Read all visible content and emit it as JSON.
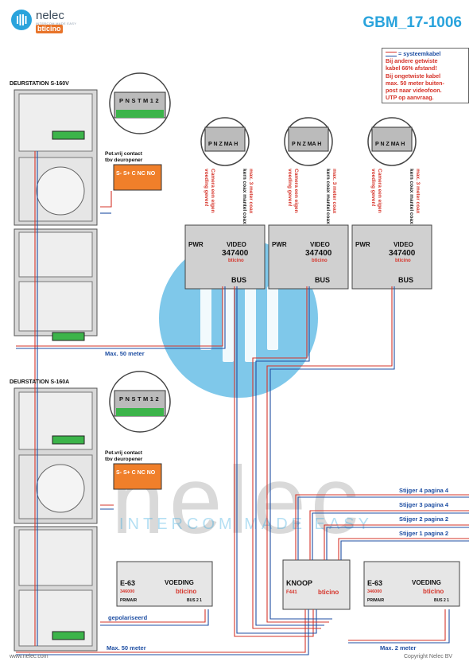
{
  "header": {
    "logo_name": "nelec",
    "logo_tagline": "INTERCOM MADE EASY",
    "logo_brand": "bticino",
    "doc_number": "GBM_17-1006"
  },
  "legend": {
    "key_label": "= systeemkabel",
    "lines": [
      "Bij andere getwiste",
      "kabel 66% afstand!",
      "Bij ongetwiste kabel",
      "max. 50 meter buiten-",
      "post naar videofoon.",
      "UTP op aanvraag."
    ]
  },
  "door_stations": [
    {
      "title": "DEURSTATION S-160V",
      "contact_label_1": "Pot.vrij contact",
      "contact_label_2": "tbv deuropener",
      "relay_terminals": "S- S+ C NC NO"
    },
    {
      "title": "DEURSTATION S-160A",
      "contact_label_1": "Pot.vrij contact",
      "contact_label_2": "tbv deuropener",
      "relay_terminals": "S- S+ C NC NO"
    }
  ],
  "zoom_terminals": [
    "P",
    "N",
    "S",
    "T",
    "M",
    "1",
    "2"
  ],
  "camera_modules": [
    {
      "model": "347400",
      "brand": "bticino",
      "pwr": "PWR",
      "video": "VIDEO",
      "bus": "BUS",
      "term": "P N Z MA H",
      "camera_note_1": "Camera een eigen",
      "camera_note_2": "voeding geven!",
      "coax_note_1": "max. 3 meter coax",
      "coax_note_2": "kern coax",
      "coax_note_3": "mantel coax"
    },
    {
      "model": "347400",
      "brand": "bticino",
      "pwr": "PWR",
      "video": "VIDEO",
      "bus": "BUS",
      "term": "P N Z MA H",
      "camera_note_1": "Camera een eigen",
      "camera_note_2": "voeding geven!",
      "coax_note_1": "max. 3 meter coax",
      "coax_note_2": "kern coax",
      "coax_note_3": "mantel coax"
    },
    {
      "model": "347400",
      "brand": "bticino",
      "pwr": "PWR",
      "video": "VIDEO",
      "bus": "BUS",
      "term": "P N Z MA H",
      "camera_note_1": "Camera een eigen",
      "camera_note_2": "voeding geven!",
      "coax_note_1": "max. 3 meter coax",
      "coax_note_2": "kern coax",
      "coax_note_3": "mantel coax"
    }
  ],
  "distances": {
    "max50_top": "Max. 50 meter",
    "max50_bottom": "Max. 50 meter",
    "max2": "Max. 2 meter",
    "polarized": "gepolariseerd"
  },
  "risers": [
    "Stijger 4 pagina 4",
    "Stijger 3 pagina 4",
    "Stijger 2 pagina 2",
    "Stijger 1 pagina 2"
  ],
  "power_supplies": [
    {
      "model": "E-63",
      "type": "VOEDING",
      "code": "346000",
      "brand": "bticino",
      "primair": "PRIMAIR",
      "bus": "BUS 2 1"
    },
    {
      "model": "E-63",
      "type": "VOEDING",
      "code": "346000",
      "brand": "bticino",
      "primair": "PRIMAIR",
      "bus": "BUS 2 1"
    }
  ],
  "knoop": {
    "name": "KNOOP",
    "code": "F441",
    "brand": "bticino"
  },
  "watermark": {
    "text": "nelec",
    "sub": "INTERCOM MADE EASY"
  },
  "footer": {
    "left": "www.nelec.com",
    "right": "Copyright Nelec BV"
  },
  "colors": {
    "accent": "#29a3dc",
    "red_wire": "#d6342a",
    "blue_wire": "#1f4fa3",
    "relay": "#f07f2a",
    "green_term": "#3cb44a"
  }
}
